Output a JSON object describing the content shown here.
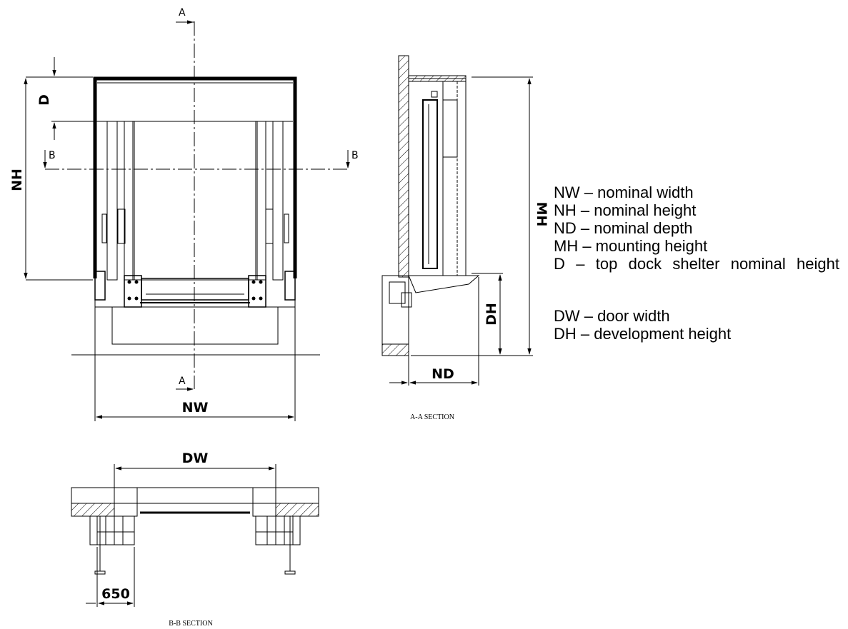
{
  "front_view": {
    "dim_nh": "NH",
    "dim_d": "D",
    "dim_nw": "NW",
    "section_a": "A",
    "section_b": "B"
  },
  "section_aa": {
    "dim_mh": "MH",
    "dim_dh": "DH",
    "dim_nd": "ND",
    "caption": "A-A SECTION"
  },
  "section_bb": {
    "dim_dw": "DW",
    "dim_650": "650",
    "caption": "B-B SECTION"
  },
  "legend": {
    "items": [
      "NW – nominal width",
      "NH – nominal height",
      "ND – nominal depth",
      "MH – mounting height",
      "D – top dock shelter nominal height",
      "DW – door width",
      "DH – development height"
    ]
  }
}
